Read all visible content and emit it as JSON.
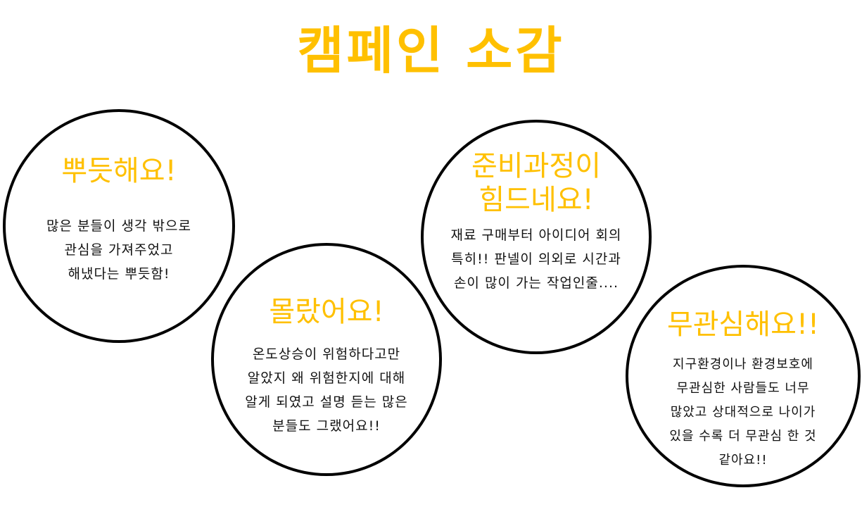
{
  "colors": {
    "accent": "#FFC000",
    "text": "#111111",
    "border": "#000000",
    "background": "#FFFFFF"
  },
  "title": "캠페인 소감",
  "cards": [
    {
      "heading": "뿌듯해요!",
      "lines": [
        "많은 분들이 생각 밖으로",
        "관심을 가져주었고",
        "해냈다는 뿌듯함!"
      ]
    },
    {
      "heading": "몰랐어요!",
      "lines": [
        "온도상승이 위험하다고만",
        "알았지 왜 위험한지에 대해",
        "알게 되였고 설명 듣는 많은",
        "분들도 그랬어요!!"
      ]
    },
    {
      "heading_lines": [
        "준비과정이",
        "힘드네요!"
      ],
      "lines": [
        "재료 구매부터 아이디어 회의",
        "특히!! 판넬이 의외로 시간과",
        "손이 많이 가는 작업인줄...."
      ]
    },
    {
      "heading": "무관심해요!!",
      "lines": [
        "지구환경이나 환경보호에",
        "무관심한 사람들도 너무",
        "많았고 상대적으로 나이가",
        "있을 수록 더 무관심 한 것",
        "같아요!!"
      ]
    }
  ]
}
